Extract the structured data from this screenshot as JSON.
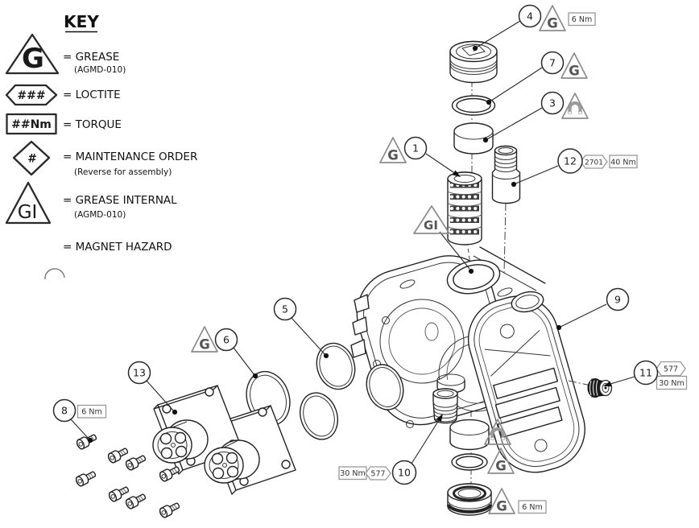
{
  "key": {
    "title": "KEY",
    "items": [
      {
        "glyph": "G",
        "label": "= GREASE",
        "note": "(AGMD-010)"
      },
      {
        "glyph": "###",
        "label": "= LOCTITE",
        "note": ""
      },
      {
        "glyph": "##Nm",
        "label": "= TORQUE",
        "note": ""
      },
      {
        "glyph": "#",
        "label": "= MAINTENANCE ORDER",
        "note": "(Reverse for assembly)"
      },
      {
        "glyph": "GI",
        "label": "= GREASE INTERNAL",
        "note": "(AGMD-010)"
      },
      {
        "glyph": "",
        "label": "=  MAGNET HAZARD",
        "note": ""
      }
    ]
  },
  "symbols": {
    "grease": "G",
    "grease_internal": "GI"
  },
  "balloons": {
    "b1": {
      "num": "1"
    },
    "b3": {
      "num": "3"
    },
    "b4": {
      "num": "4"
    },
    "b5": {
      "num": "5"
    },
    "b6": {
      "num": "6"
    },
    "b7": {
      "num": "7"
    },
    "b8": {
      "num": "8"
    },
    "b9": {
      "num": "9"
    },
    "b10": {
      "num": "10"
    },
    "b11": {
      "num": "11"
    },
    "b12": {
      "num": "12"
    },
    "b13": {
      "num": "13"
    }
  },
  "tags": {
    "b4_torque": "6 Nm",
    "b8_torque": "6 Nm",
    "b10_torque": "30 Nm",
    "b10_loctite": "577",
    "b11_loctite": "577",
    "b11_torque": "30 Nm",
    "b12_loctite": "2701",
    "b12_torque": "40 Nm",
    "bottom_cap_torque": "6 Nm"
  },
  "colors": {
    "line": "#222222",
    "symbol": "#8c8c8c",
    "background": "#ffffff"
  }
}
